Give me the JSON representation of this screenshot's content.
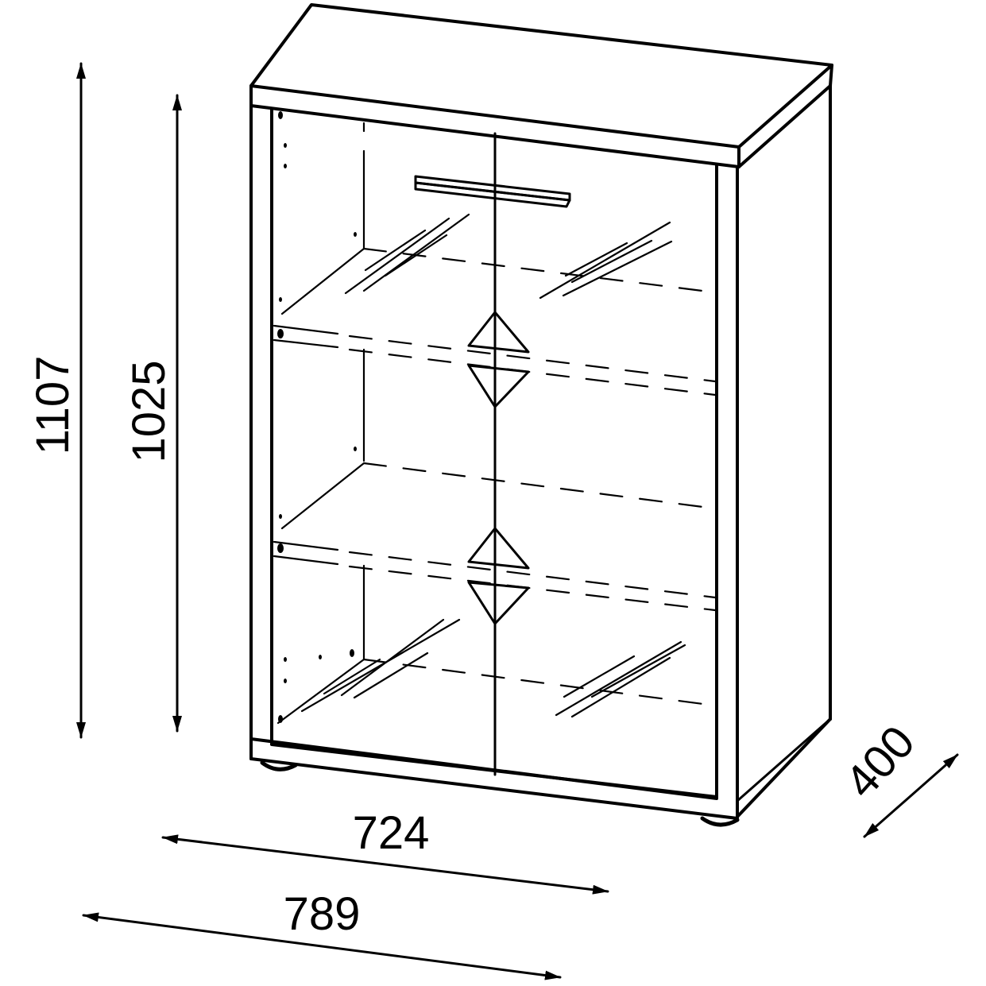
{
  "diagram": {
    "subject": "Two-door glass display cabinet with two shelves",
    "dimensions": {
      "overall_height": "1107",
      "body_height": "1025",
      "inner_width": "724",
      "overall_width": "789",
      "depth": "400"
    },
    "colors": {
      "line": "#000000",
      "background": "#ffffff"
    }
  }
}
